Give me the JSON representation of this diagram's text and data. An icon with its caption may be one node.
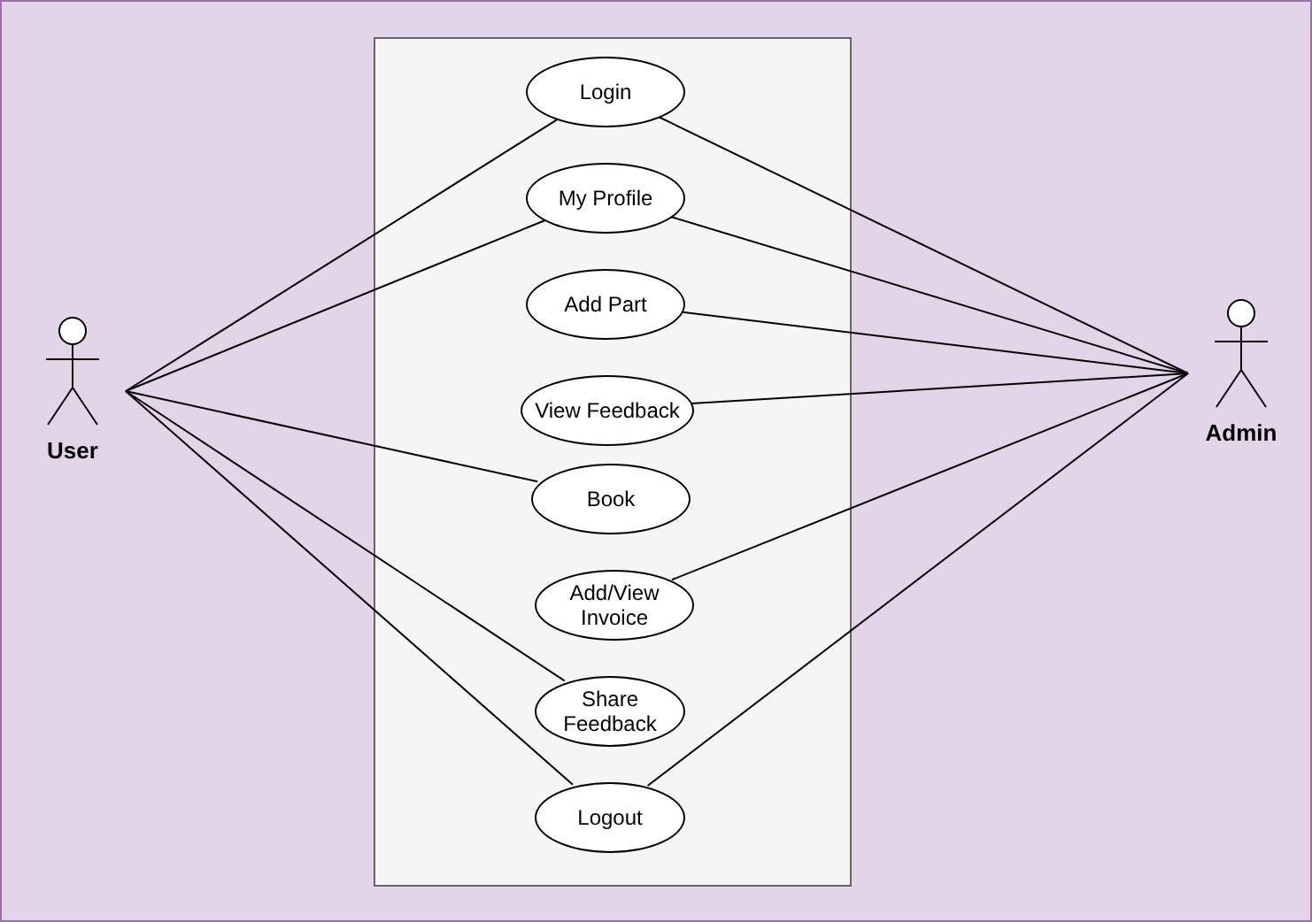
{
  "diagram": {
    "nodes": [
      {
        "text": [],
        "shape": "box"
      },
      {
        "text": [
          "Login"
        ],
        "in": 0
      },
      {
        "text": [
          "My Profile"
        ],
        "in": 0
      },
      {
        "text": [
          "Add Part"
        ],
        "in": 0
      },
      {
        "text": [
          "View Feedback"
        ],
        "in": 0
      },
      {
        "text": [
          "Book"
        ],
        "in": 0
      },
      {
        "text": [
          "Add/View Invoice"
        ],
        "in": 0
      },
      {
        "text": [
          "Share Feedback"
        ],
        "in": 0
      },
      {
        "text": [
          "Logout"
        ],
        "in": 0
      },
      {
        "text": [
          "User"
        ]
      },
      {
        "text": [
          "Admin"
        ]
      }
    ],
    "edges": [
      {
        "from": 9,
        "to": 1,
        "arrow": "none"
      },
      {
        "from": 9,
        "to": 2,
        "arrow": "none"
      },
      {
        "from": 9,
        "to": 5,
        "arrow": "none"
      },
      {
        "from": 9,
        "to": 7,
        "arrow": "none"
      },
      {
        "from": 9,
        "to": 8,
        "arrow": "none"
      },
      {
        "from": 10,
        "to": 1,
        "arrow": "none"
      },
      {
        "from": 10,
        "to": 2,
        "arrow": "none"
      },
      {
        "from": 10,
        "to": 3,
        "arrow": "none"
      },
      {
        "from": 10,
        "to": 4,
        "arrow": "none"
      },
      {
        "from": 10,
        "to": 6,
        "arrow": "none"
      },
      {
        "from": 10,
        "to": 8,
        "arrow": "none"
      }
    ]
  }
}
